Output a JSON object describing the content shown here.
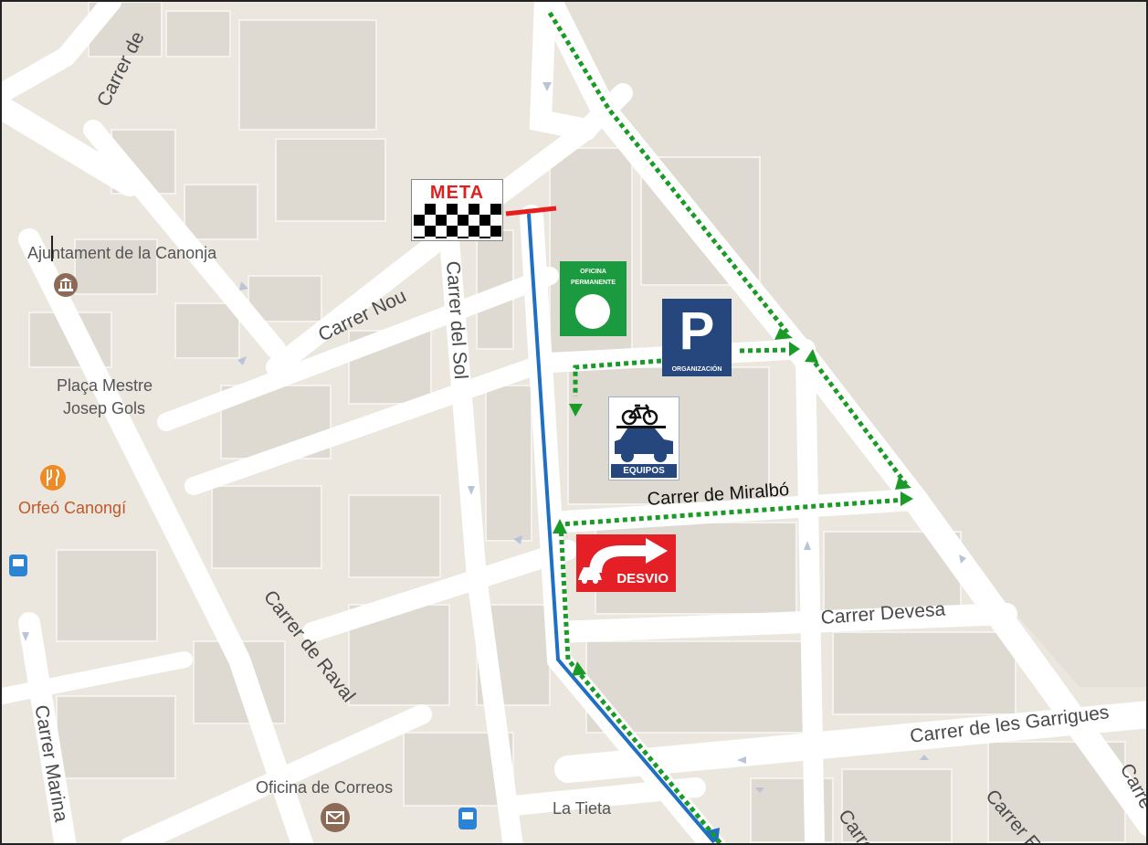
{
  "map": {
    "poi": {
      "ajuntament": "Ajuntament de la Canonja",
      "placa_line1": "Plaça Mestre",
      "placa_line2": "Josep Gols",
      "orfeo": "Orfeó Canongí",
      "correos": "Oficina de Correos",
      "tieta": "La Tieta"
    },
    "streets": {
      "carrer_de_top": "Carrer de",
      "carrer_nou": "Carrer Nou",
      "carrer_del_sol": "Carrer del Sol",
      "carrer_de_miralbo": "Carrer de Miralbó",
      "carrer_de_raval": "Carrer de Raval",
      "carrer_devesa": "Carrer Devesa",
      "carrer_garrigues": "Carrer de les Garrigues",
      "carrer_marina": "Carrer Marina",
      "carre_bottom_left": "Carre",
      "carrer_e": "Carrer E",
      "carre_right": "Carre"
    },
    "signs": {
      "meta": "META",
      "oficina_line1": "OFICINA",
      "oficina_line2": "PERMANENTE",
      "parking_letter": "P",
      "parking_org": "ORGANIZACIÓN",
      "equipos": "EQUIPOS",
      "desvio": "DESVIO"
    },
    "icons": [
      "museum-icon",
      "restaurant-icon",
      "bus-stop-icon",
      "mail-icon",
      "bicycle-icon",
      "car-icon",
      "detour-arrow-icon",
      "one-way-arrow-icon"
    ],
    "colors": {
      "background": "#ebe7df",
      "road": "#ffffff",
      "building": "#dedad2",
      "route_blue": "#1f6fc4",
      "route_green": "#1a9a27",
      "finish_line": "#e81e1e",
      "sign_green": "#1b9a3f",
      "sign_blue": "#26477e",
      "sign_red": "#e41f25",
      "poi_orange": "#f08a24",
      "poi_brown": "#8d6a55",
      "bus_blue": "#2b84d3"
    }
  }
}
